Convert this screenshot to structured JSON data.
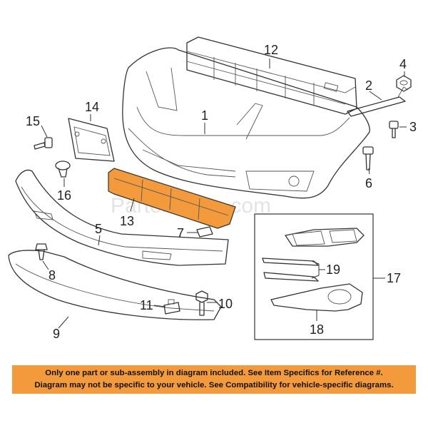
{
  "diagram": {
    "watermark": "Partomotive.com",
    "callouts": {
      "c1": "1",
      "c2": "2",
      "c3": "3",
      "c4": "4",
      "c5": "5",
      "c6": "6",
      "c7": "7",
      "c8": "8",
      "c9": "9",
      "c10": "10",
      "c11": "11",
      "c12": "12",
      "c13": "13",
      "c14": "14",
      "c15": "15",
      "c16": "16",
      "c17": "17",
      "c18": "18",
      "c19": "19"
    }
  },
  "colors": {
    "highlight_part": "#f39a3c",
    "disclaimer_bg": "#f39a3c"
  },
  "disclaimer": {
    "line1": "Only one part or sub-assembly in diagram included. See Item Specifics for Reference #.",
    "line2": "Diagram may not be specific to your vehicle. See Compatibility for vehicle-specific diagrams."
  }
}
